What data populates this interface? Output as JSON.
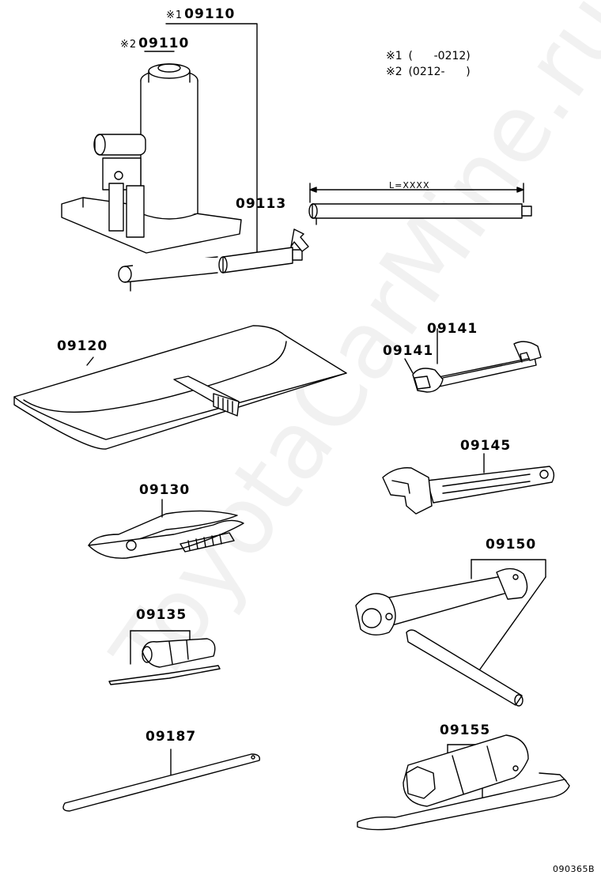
{
  "parts": {
    "jack_variant_1": {
      "mark": "※1",
      "number": "09110"
    },
    "jack_variant_2": {
      "mark": "※2",
      "number": "09110"
    },
    "jack_handle": "09113",
    "tool_bag": "09120",
    "wrench_a": "09141",
    "wrench_b": "09141",
    "adjustable_wrench": "09145",
    "pliers": "09130",
    "wheel_nut_wrench": "09150",
    "screwdriver": "09135",
    "plug_wrench": "09155",
    "bar": "09187"
  },
  "notes": {
    "note1": {
      "mark": "※1",
      "range": "(      -0212)"
    },
    "note2": {
      "mark": "※2",
      "range": "(0212-      )"
    }
  },
  "dimension_label": "L=XXXX",
  "diagram_id": "090365B",
  "watermark": "ToyotaCarMine.ru"
}
